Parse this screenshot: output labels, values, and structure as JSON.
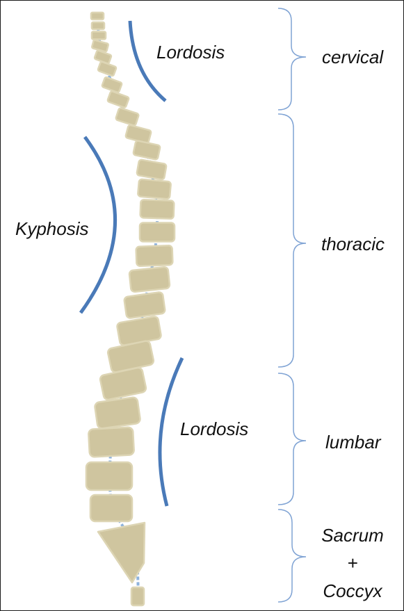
{
  "colors": {
    "vertebra_fill": "#cfc59f",
    "vertebra_stroke": "#ddd5b4",
    "spinal_cord": "#8fb3dc",
    "curvature_arc": "#4a7ab8",
    "brace": "#7fa3d4",
    "text": "#111111",
    "border": "#1a1a1a"
  },
  "curvatures": {
    "cervical": "Lordosis",
    "thoracic": "Kyphosis",
    "lumbar": "Lordosis"
  },
  "regions": {
    "cervical": "cervical",
    "thoracic": "thoracic",
    "lumbar": "lumbar",
    "sacrum_line1": "Sacrum",
    "sacrum_line2": "+",
    "sacrum_line3": "Coccyx"
  }
}
